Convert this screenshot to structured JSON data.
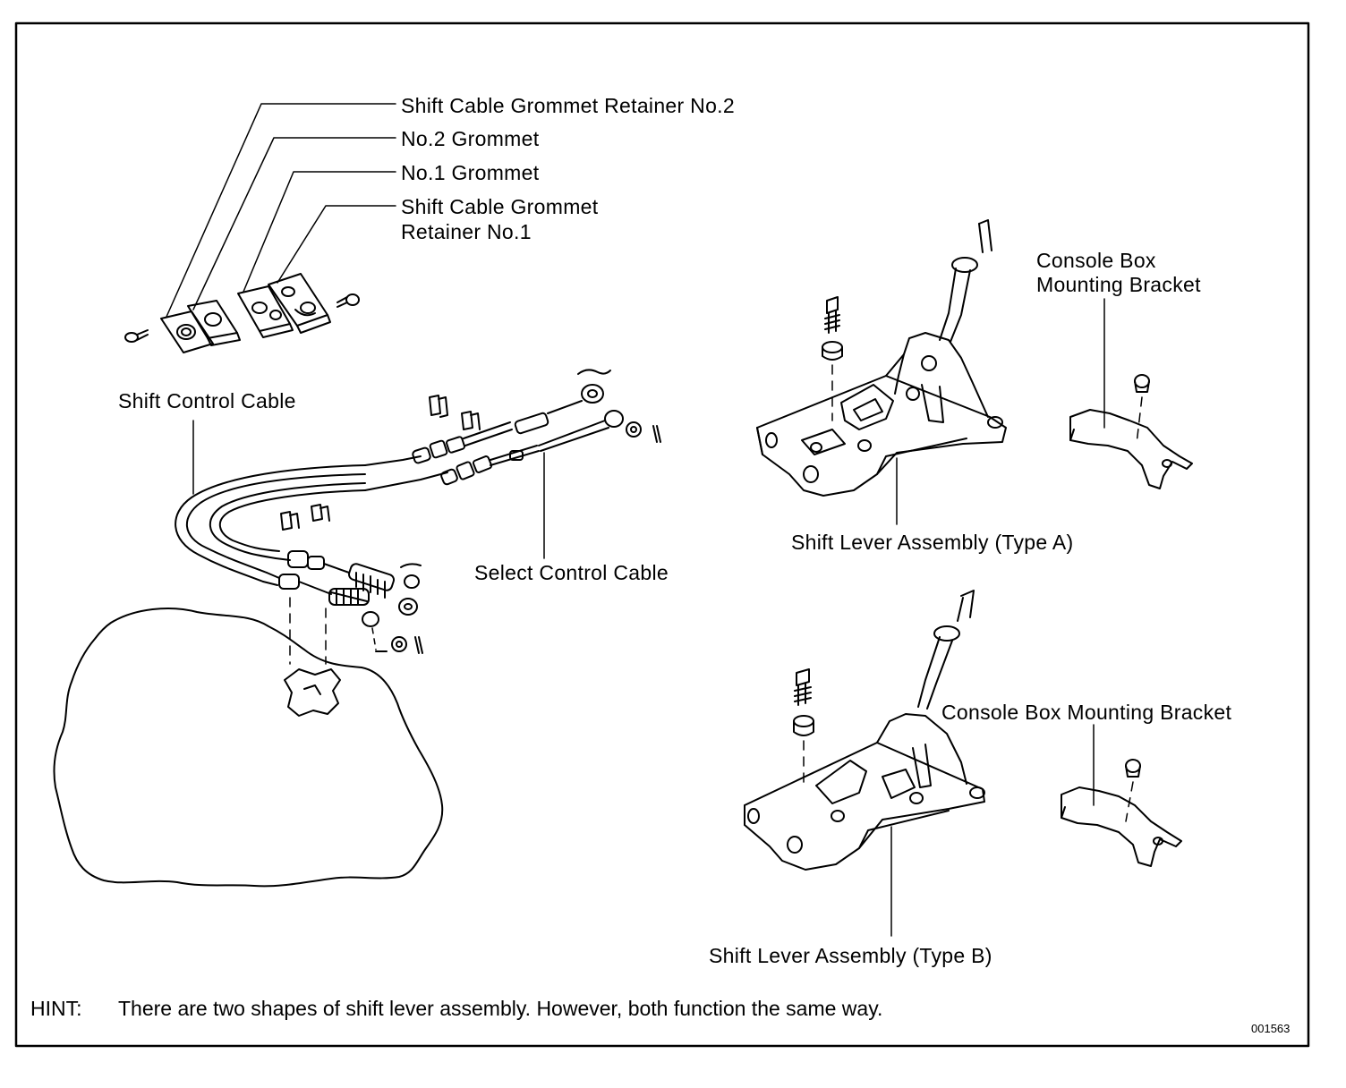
{
  "labels": {
    "retainer_no2": "Shift Cable Grommet Retainer No.2",
    "grommet_no2": "No.2 Grommet",
    "grommet_no1": "No.1 Grommet",
    "retainer_no1_line1": "Shift Cable Grommet",
    "retainer_no1_line2": "Retainer No.1",
    "shift_control_cable": "Shift Control Cable",
    "select_control_cable": "Select Control Cable",
    "bracket_a_line1": "Console Box",
    "bracket_a_line2": "Mounting Bracket",
    "lever_type_a": "Shift Lever Assembly (Type A)",
    "bracket_b": "Console Box Mounting Bracket",
    "lever_type_b": "Shift Lever Assembly (Type B)"
  },
  "hint": {
    "key": "HINT:",
    "text": "There are two shapes of shift lever assembly. However, both function the same way."
  },
  "figure_code": "001563"
}
